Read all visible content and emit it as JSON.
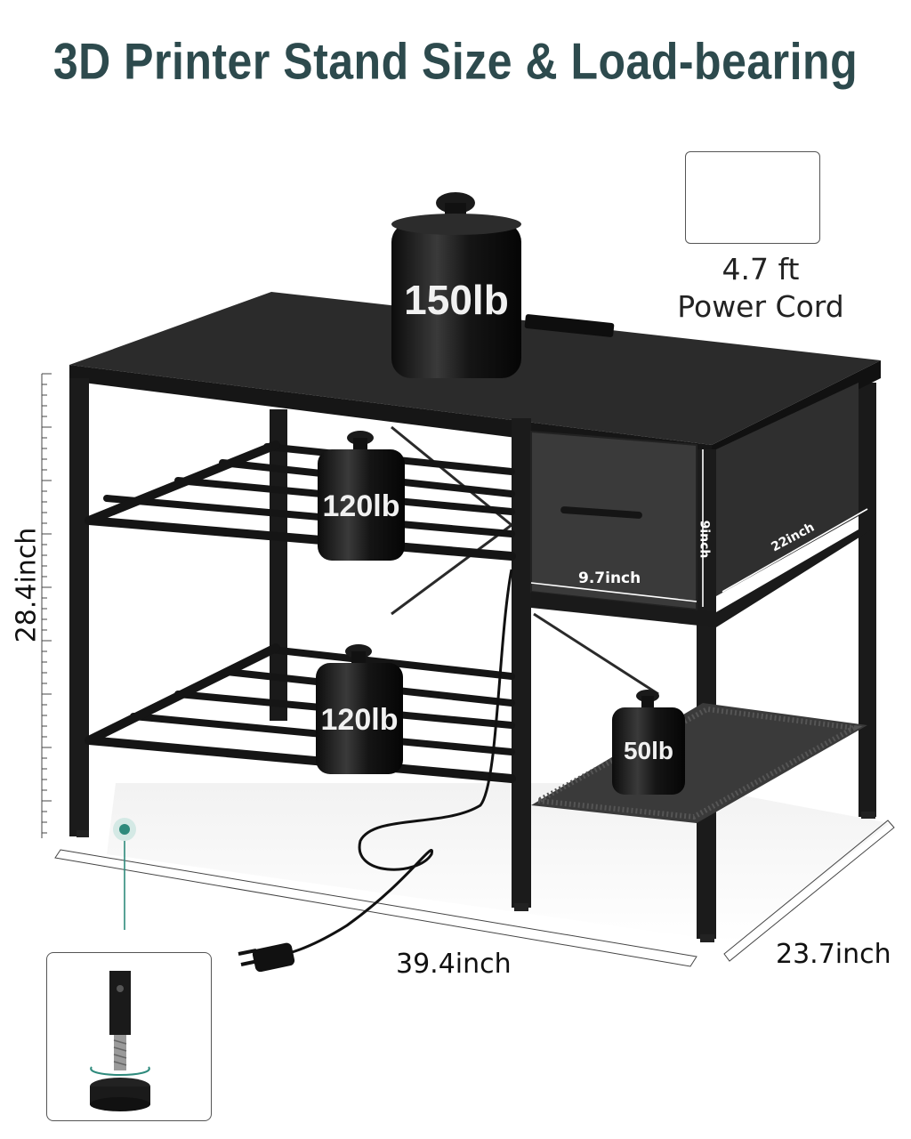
{
  "title": "3D Printer Stand Size & Load-bearing",
  "power_cord": {
    "length": "4.7 ft",
    "label": "Power Cord",
    "icon": "plug-cord-icon"
  },
  "dimensions": {
    "height": "28.4inch",
    "width": "39.4inch",
    "depth": "23.7inch",
    "drawer_width": "9.7inch",
    "drawer_height": "9inch",
    "drawer_depth": "22inch"
  },
  "loads": {
    "top": "150lb",
    "upper_shelf": "120lb",
    "lower_shelf": "120lb",
    "mesh_shelf": "50lb"
  },
  "colors": {
    "title": "#2d4a4d",
    "frame": "#1b1b1b",
    "teal_marker": "#2e8a7c"
  }
}
